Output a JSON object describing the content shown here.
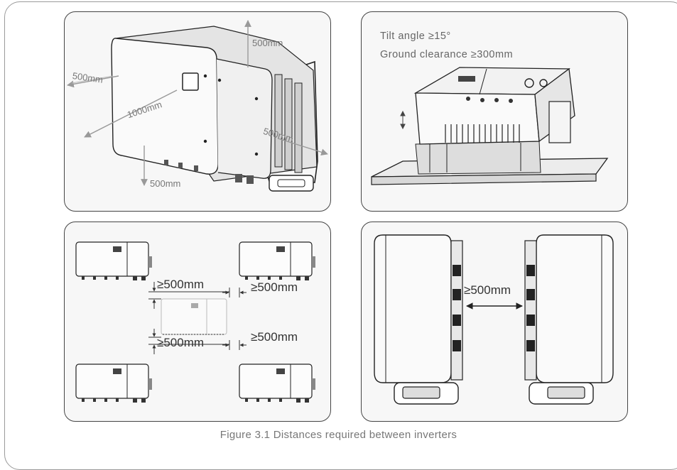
{
  "panel1": {
    "up_label": "500mm",
    "left_label": "500mm",
    "depth_label": "1000mm",
    "right_label": "500mm",
    "down_label": "500mm"
  },
  "panel2": {
    "tilt_text": "Tilt angle ≥15°",
    "clearance_text": "Ground clearance ≥300mm"
  },
  "panel3": {
    "top_vertical_label": "≥500mm",
    "top_horizontal_label": "≥500mm",
    "bottom_vertical_label": "≥500mm",
    "bottom_horizontal_label": "≥500mm"
  },
  "panel4": {
    "gap_label": "≥500mm"
  },
  "caption": "Figure 3.1 Distances required between inverters"
}
